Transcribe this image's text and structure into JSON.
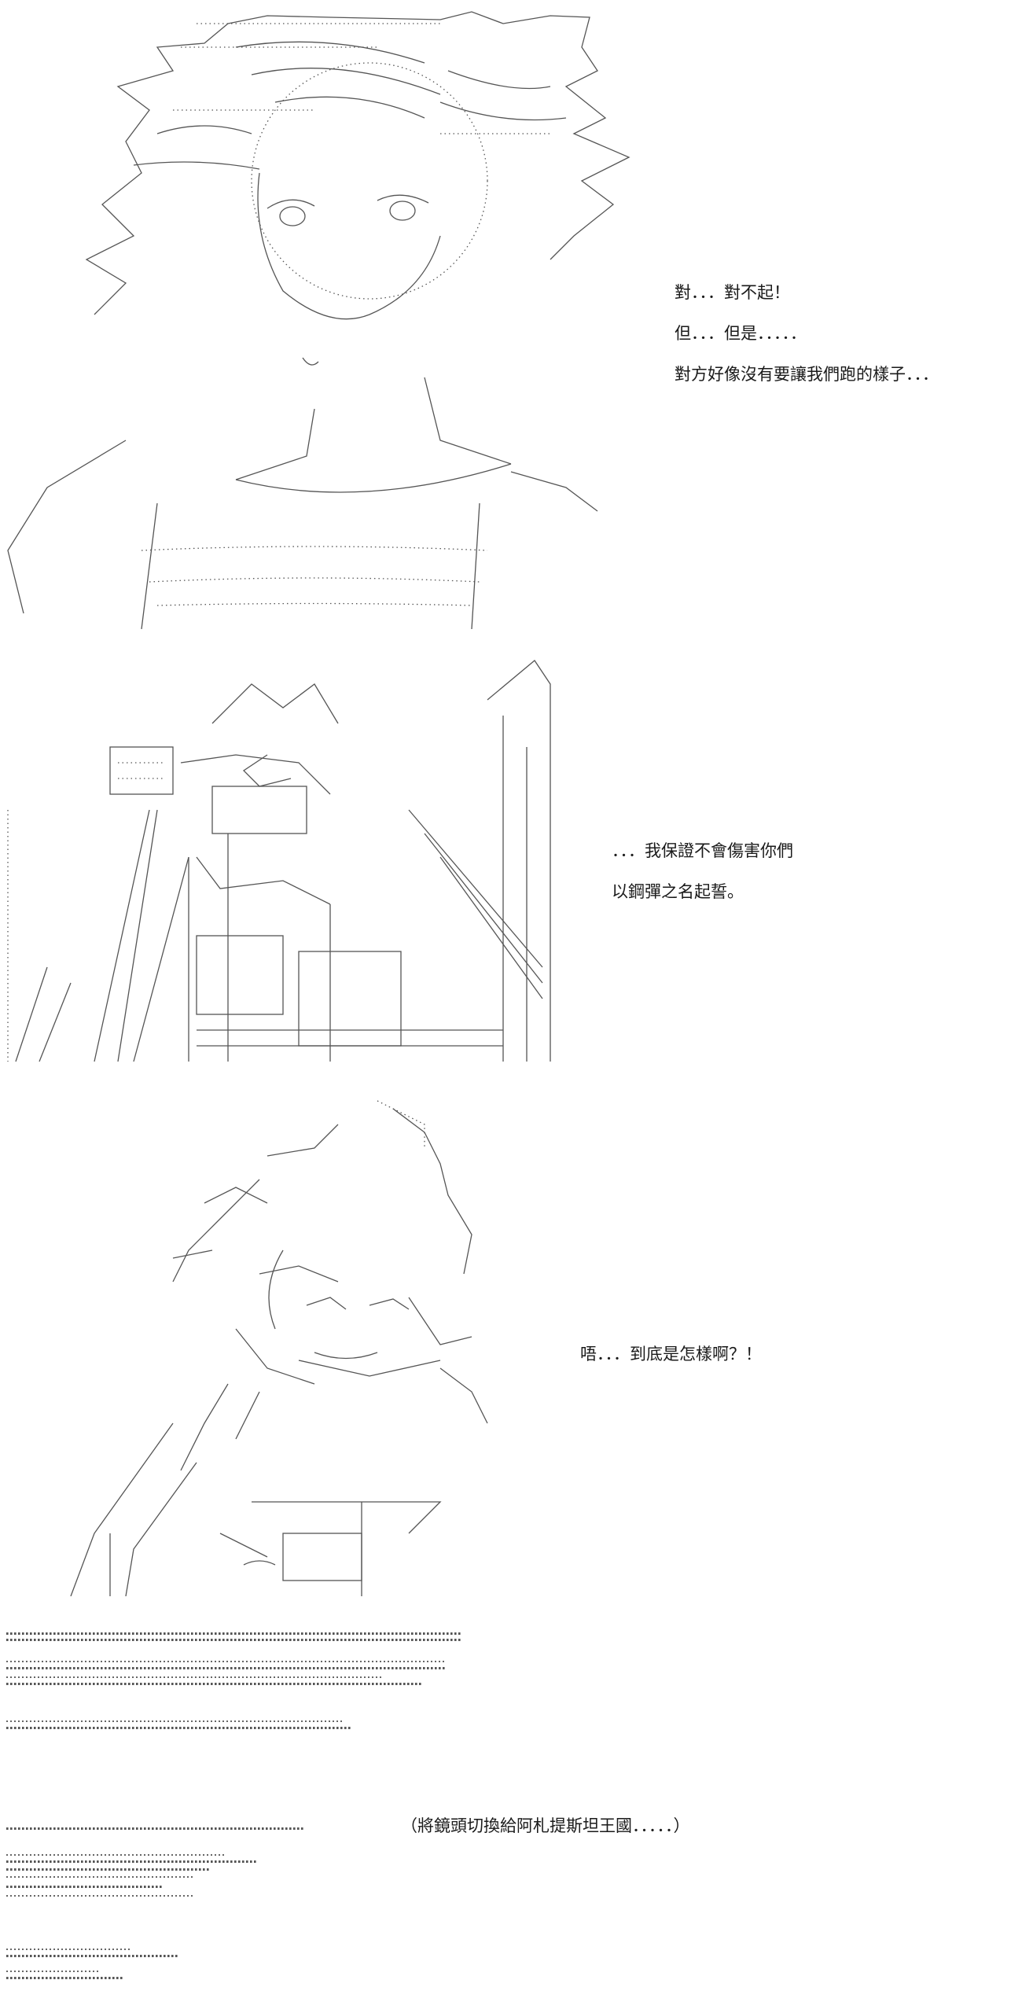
{
  "panels": [
    {
      "id": "panel-1",
      "lines": [
        "對．．．對不起！",
        "但．．．但是．．．．．",
        "對方好像沒有要讓我們跑的樣子．．．"
      ]
    },
    {
      "id": "panel-2",
      "lines": [
        "．．．我保證不會傷害你們",
        "以鋼彈之名起誓。"
      ]
    },
    {
      "id": "panel-3",
      "lines": [
        "唔．．．到底是怎樣啊？！"
      ]
    }
  ],
  "narration": "（將鏡頭切換給阿札提斯坦王國．．．．．）",
  "colors": {
    "background": "#ffffff",
    "ink": "#222222",
    "sketch": "#555555"
  }
}
